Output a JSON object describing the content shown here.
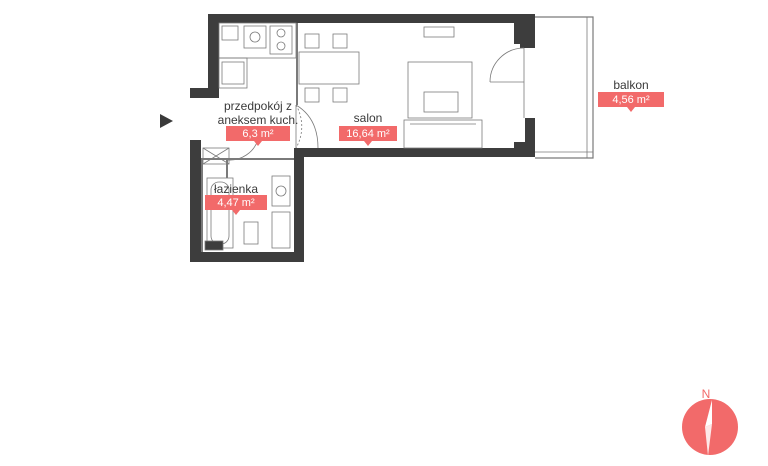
{
  "colors": {
    "wall": "#3d3d3d",
    "accent": "#f26a6a",
    "furniture": "#7a7a7a"
  },
  "rooms": [
    {
      "label_line1": "przedpokój z",
      "label_line2": "aneksem kuch.",
      "area": "6,3 m²"
    },
    {
      "label_line1": "salon",
      "area": "16,64 m²"
    },
    {
      "label_line1": "łazienka",
      "area": "4,47 m²"
    },
    {
      "label_line1": "balkon",
      "area": "4,56 m²"
    }
  ],
  "entrance_icon": "entrance-arrow-icon",
  "compass": {
    "label": "N",
    "icon": "compass-icon"
  }
}
